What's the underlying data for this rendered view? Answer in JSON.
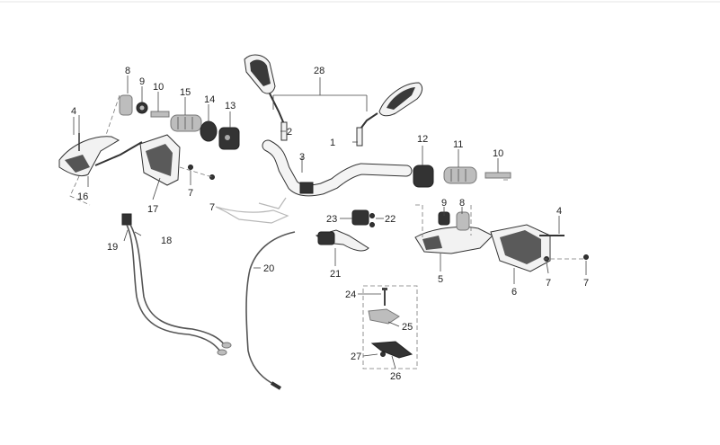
{
  "diagram": {
    "callouts": [
      {
        "id": "c1",
        "text": "1"
      },
      {
        "id": "c2",
        "text": "2"
      },
      {
        "id": "c3",
        "text": "3"
      },
      {
        "id": "c4a",
        "text": "4"
      },
      {
        "id": "c4b",
        "text": "4"
      },
      {
        "id": "c5",
        "text": "5"
      },
      {
        "id": "c6",
        "text": "6"
      },
      {
        "id": "c7a",
        "text": "7"
      },
      {
        "id": "c7b",
        "text": "7"
      },
      {
        "id": "c7c",
        "text": "7"
      },
      {
        "id": "c7d",
        "text": "7"
      },
      {
        "id": "c8a",
        "text": "8"
      },
      {
        "id": "c8b",
        "text": "8"
      },
      {
        "id": "c9a",
        "text": "9"
      },
      {
        "id": "c9b",
        "text": "9"
      },
      {
        "id": "c10a",
        "text": "10"
      },
      {
        "id": "c10b",
        "text": "10"
      },
      {
        "id": "c11",
        "text": "11"
      },
      {
        "id": "c12",
        "text": "12"
      },
      {
        "id": "c13",
        "text": "13"
      },
      {
        "id": "c14",
        "text": "14"
      },
      {
        "id": "c15",
        "text": "15"
      },
      {
        "id": "c16",
        "text": "16"
      },
      {
        "id": "c17",
        "text": "17"
      },
      {
        "id": "c18",
        "text": "18"
      },
      {
        "id": "c19",
        "text": "19"
      },
      {
        "id": "c20",
        "text": "20"
      },
      {
        "id": "c21",
        "text": "21"
      },
      {
        "id": "c22",
        "text": "22"
      },
      {
        "id": "c23",
        "text": "23"
      },
      {
        "id": "c24",
        "text": "24"
      },
      {
        "id": "c25",
        "text": "25"
      },
      {
        "id": "c26",
        "text": "26"
      },
      {
        "id": "c27",
        "text": "27"
      },
      {
        "id": "c28",
        "text": "28"
      }
    ]
  }
}
